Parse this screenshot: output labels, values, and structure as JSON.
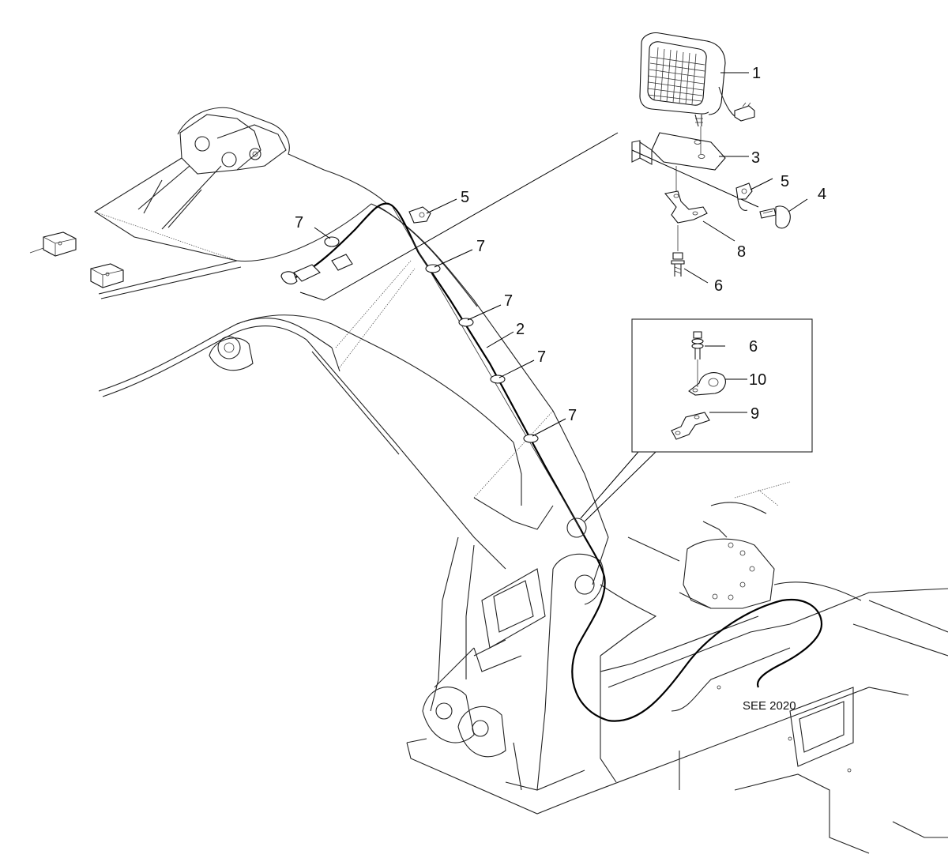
{
  "callouts": [
    {
      "key": "c1",
      "number": "1"
    },
    {
      "key": "c2",
      "number": "2"
    },
    {
      "key": "c3",
      "number": "3"
    },
    {
      "key": "c4",
      "number": "4"
    },
    {
      "key": "c5a",
      "number": "5"
    },
    {
      "key": "c5b",
      "number": "5"
    },
    {
      "key": "c6a",
      "number": "6"
    },
    {
      "key": "c6b",
      "number": "6"
    },
    {
      "key": "c7a",
      "number": "7"
    },
    {
      "key": "c7b",
      "number": "7"
    },
    {
      "key": "c7c",
      "number": "7"
    },
    {
      "key": "c7d",
      "number": "7"
    },
    {
      "key": "c7e",
      "number": "7"
    },
    {
      "key": "c8",
      "number": "8"
    },
    {
      "key": "c9",
      "number": "9"
    },
    {
      "key": "c10",
      "number": "10"
    }
  ],
  "reference_note": "SEE 2020"
}
